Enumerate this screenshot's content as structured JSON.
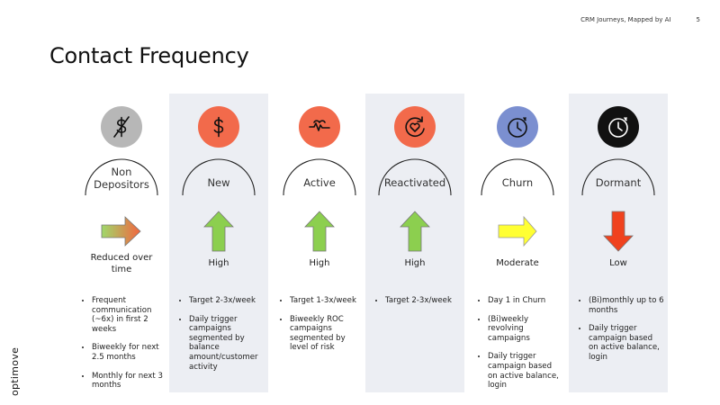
{
  "header": {
    "doc_title": "CRM Journeys, Mapped by AI",
    "page_number": "5"
  },
  "title": "Contact Frequency",
  "logo": "optimove",
  "colors": {
    "shaded": "#eceef3",
    "orange": "#f26a4b",
    "grey": "#b7b7b7",
    "purple": "#7b8fd0",
    "black": "#111111",
    "green": "#8ccf4f",
    "yellow": "#ffff33",
    "red": "#f0421e"
  },
  "columns": [
    {
      "id": "non-depositors",
      "label": "Non\nDepositors",
      "icon": "no-dollar-icon",
      "icon_bg": "#b7b7b7",
      "arrow": "gradient-right-arrow",
      "frequency": "Reduced over\ntime",
      "shaded": false,
      "bullets": [
        "Frequent communication (~6x) in first 2 weeks",
        "Biweekly for next 2.5 months",
        "Monthly for next 3 months"
      ]
    },
    {
      "id": "new",
      "label": "New",
      "icon": "dollar-icon",
      "icon_bg": "#f26a4b",
      "arrow": "green-up-arrow",
      "frequency": "High",
      "shaded": true,
      "bullets": [
        "Target 2-3x/week",
        "Daily trigger campaigns segmented by balance amount/customer activity"
      ]
    },
    {
      "id": "active",
      "label": "Active",
      "icon": "heartbeat-icon",
      "icon_bg": "#f26a4b",
      "arrow": "green-up-arrow",
      "frequency": "High",
      "shaded": false,
      "bullets": [
        "Target 1-3x/week",
        "Biweekly ROC campaigns segmented by level of risk"
      ]
    },
    {
      "id": "reactivated",
      "label": "Reactivated",
      "icon": "heart-refresh-icon",
      "icon_bg": "#f26a4b",
      "arrow": "green-up-arrow",
      "frequency": "High",
      "shaded": true,
      "bullets": [
        "Target 2-3x/week"
      ]
    },
    {
      "id": "churn",
      "label": "Churn",
      "icon": "clock-icon",
      "icon_bg": "#7b8fd0",
      "arrow": "yellow-right-arrow",
      "frequency": "Moderate",
      "shaded": false,
      "bullets": [
        "Day 1 in Churn",
        "(Bi)weekly revolving campaigns",
        "Daily trigger campaign based on active balance, login"
      ]
    },
    {
      "id": "dormant",
      "label": "Dormant",
      "icon": "clock-icon",
      "icon_bg": "#111111",
      "arrow": "red-down-arrow",
      "frequency": "Low",
      "shaded": true,
      "bullets": [
        "(Bi)monthly up to 6 months",
        "Daily trigger campaign based on active balance, login"
      ]
    }
  ]
}
